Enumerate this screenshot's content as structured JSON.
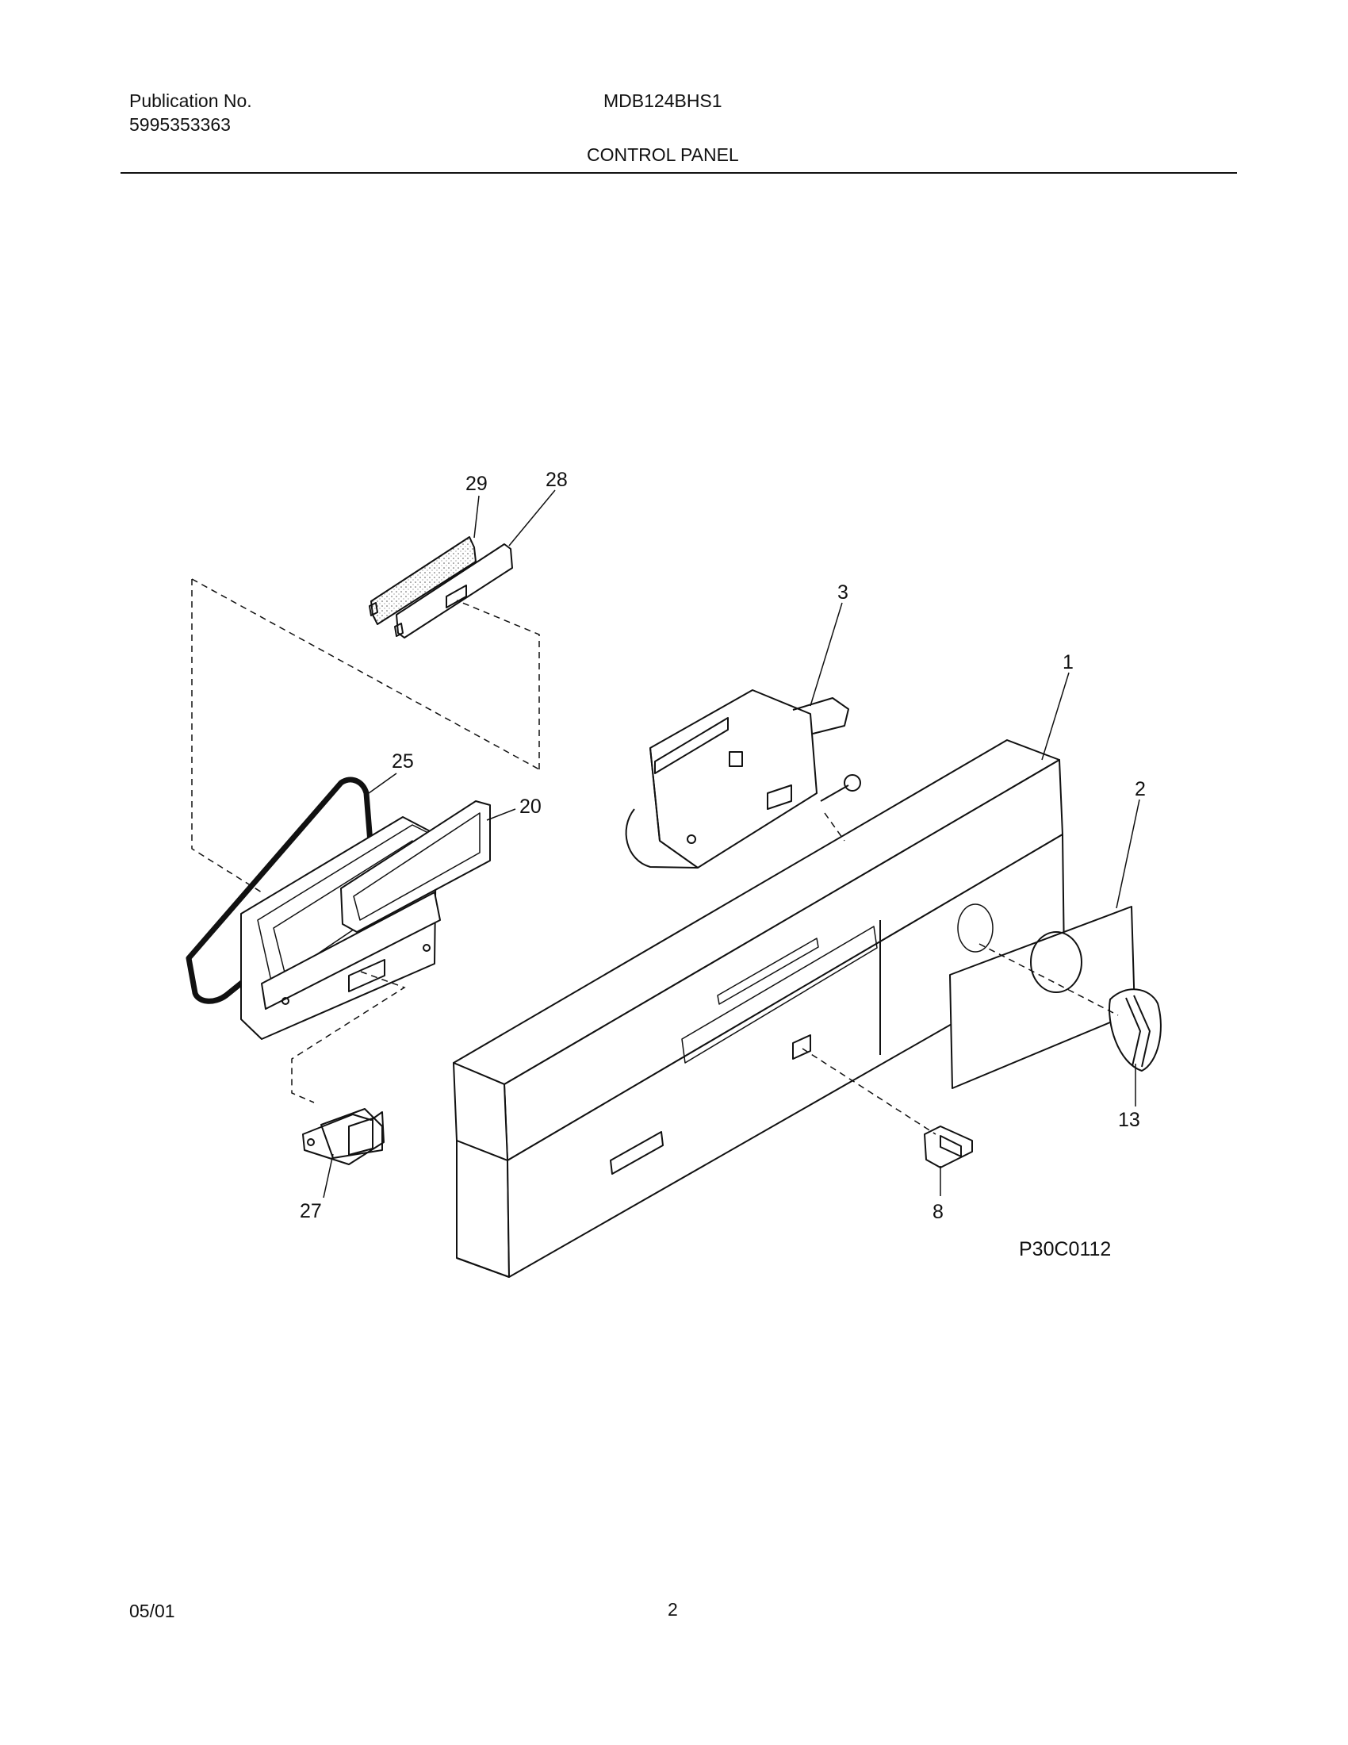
{
  "header": {
    "publication_label": "Publication No.",
    "publication_number": "5995353363",
    "model": "MDB124BHS1",
    "section_title": "CONTROL PANEL"
  },
  "diagram": {
    "figure_code": "P30C0112",
    "callouts": {
      "c1": "1",
      "c2": "2",
      "c3": "3",
      "c8": "8",
      "c13": "13",
      "c20": "20",
      "c25": "25",
      "c27": "27",
      "c28": "28",
      "c29": "29"
    }
  },
  "footer": {
    "date": "05/01",
    "page_number": "2"
  }
}
